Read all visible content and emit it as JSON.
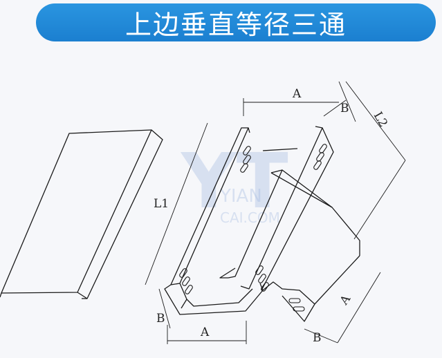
{
  "title": "上边垂直等径三通",
  "watermark": {
    "main": "YT",
    "line1": "YIAN",
    "line2": "CAI.COM"
  },
  "dimension_labels": {
    "a_top": "A",
    "b_top": "B",
    "l2": "L2",
    "l1": "L1",
    "b_left": "B",
    "a_bottom": "A",
    "a_right": "A",
    "b_right": "B"
  },
  "colors": {
    "banner": "#1f88d8",
    "line": "#1a1a1a",
    "background": "#f6f7fa"
  }
}
